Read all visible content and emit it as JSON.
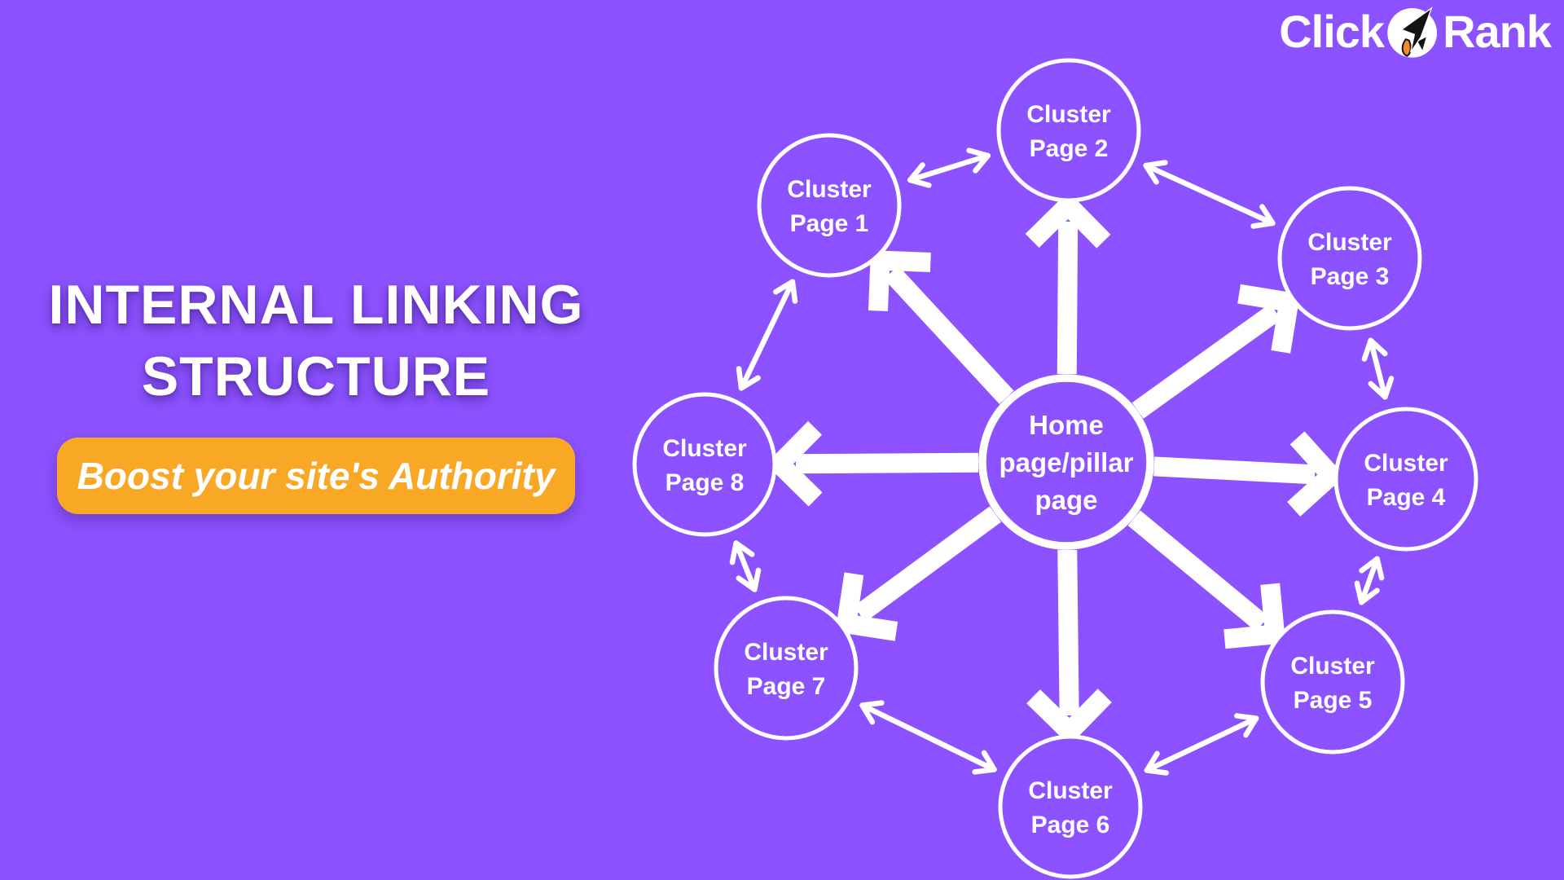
{
  "page": {
    "background_color": "#8C52FF"
  },
  "logo": {
    "text_left": "Click",
    "text_right": "Rank",
    "icon": "cursor-rocket-icon"
  },
  "headline": {
    "line1": "INTERNAL LINKING",
    "line2": "STRUCTURE"
  },
  "banner": {
    "label": "Boost your site's Authority",
    "color": "#F9A826",
    "text_color": "#FFFFFF"
  },
  "diagram": {
    "hub": {
      "label_lines": [
        "Home",
        "page/pillar",
        "page"
      ]
    },
    "clusters": [
      {
        "label_line1": "Cluster",
        "label_line2": "Page 1"
      },
      {
        "label_line1": "Cluster",
        "label_line2": "Page 2"
      },
      {
        "label_line1": "Cluster",
        "label_line2": "Page 3"
      },
      {
        "label_line1": "Cluster",
        "label_line2": "Page 4"
      },
      {
        "label_line1": "Cluster",
        "label_line2": "Page 5"
      },
      {
        "label_line1": "Cluster",
        "label_line2": "Page 6"
      },
      {
        "label_line1": "Cluster",
        "label_line2": "Page 7"
      },
      {
        "label_line1": "Cluster",
        "label_line2": "Page 8"
      }
    ],
    "connections": {
      "hub_arrows": "one-way thick arrows from hub outward to each cluster page",
      "ring_arrows": "two-way thin arrows between adjacent cluster pages"
    },
    "arrow_color": "#FFFFFF"
  }
}
